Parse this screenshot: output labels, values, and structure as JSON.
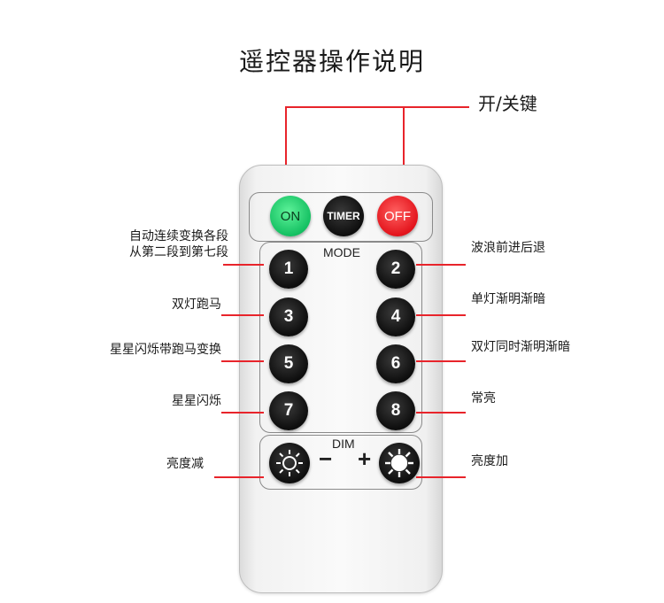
{
  "title": "遥控器操作说明",
  "power_label": "开/关键",
  "remote": {
    "on_label": "ON",
    "timer_label": "TIMER",
    "off_label": "OFF",
    "mode_label": "MODE",
    "dim_label": "DIM",
    "minus": "−",
    "plus": "+",
    "buttons": [
      "1",
      "2",
      "3",
      "4",
      "5",
      "6",
      "7",
      "8"
    ]
  },
  "labels_left": [
    "自动连续变换各段",
    "从第二段到第七段",
    "双灯跑马",
    "星星闪烁带跑马变换",
    "星星闪烁",
    "亮度减"
  ],
  "labels_right": [
    "波浪前进后退",
    "单灯渐明渐暗",
    "双灯同时渐明渐暗",
    "常亮",
    "亮度加"
  ],
  "colors": {
    "accent_line": "#e8242b",
    "on": "#14c062",
    "off": "#e3141c",
    "button": "#101010"
  },
  "icons": [
    "sun-outline-icon",
    "sun-filled-icon"
  ]
}
